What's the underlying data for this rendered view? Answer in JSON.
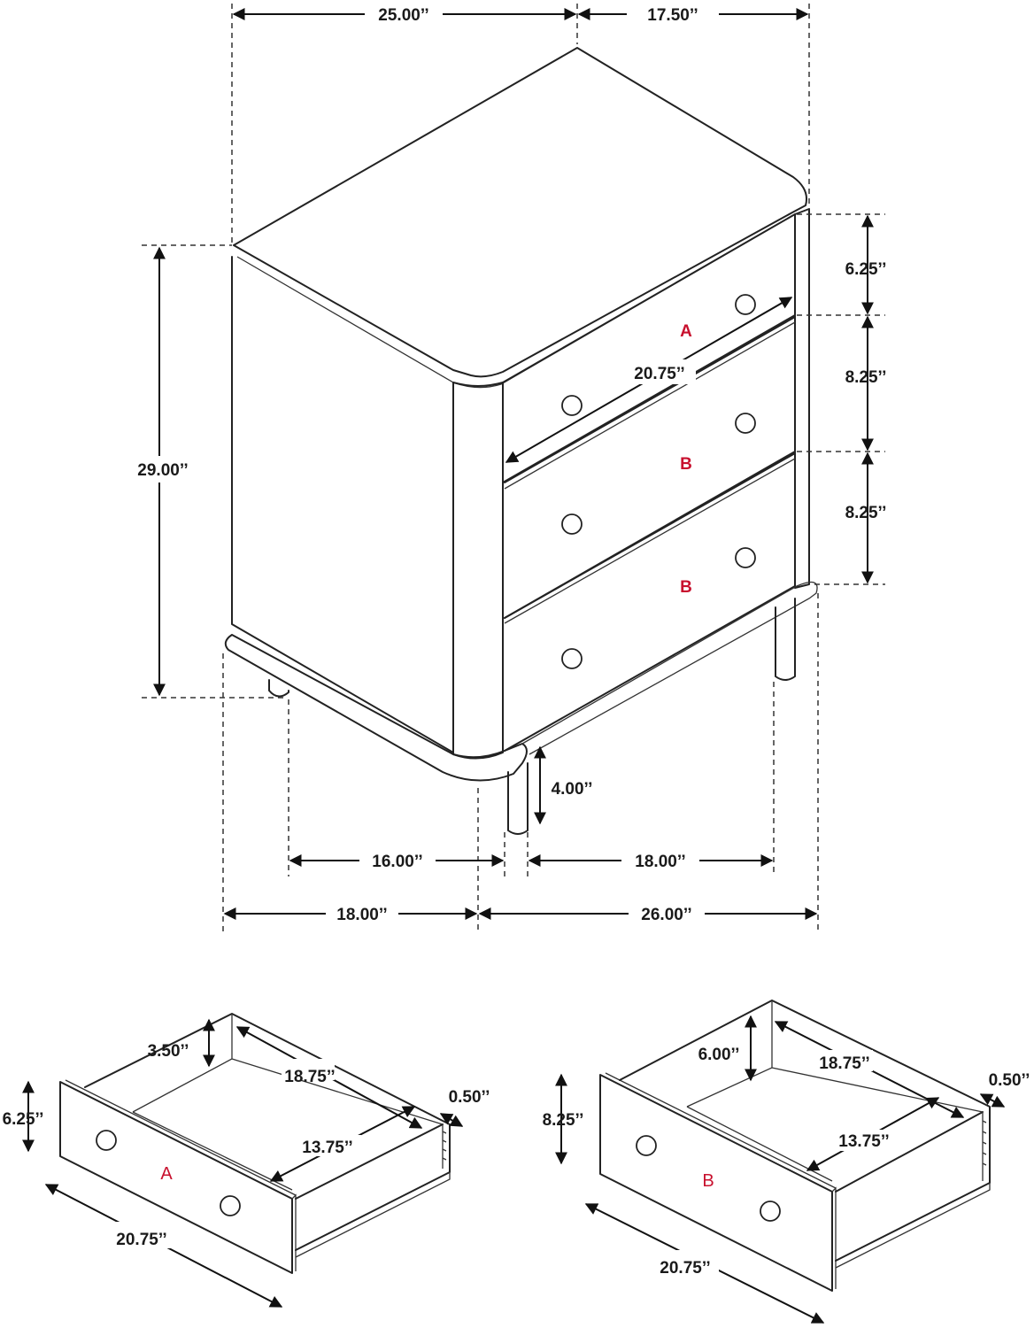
{
  "main_view": {
    "top_width": "25.00’’",
    "top_depth": "17.50’’",
    "total_height": "29.00’’",
    "drawer_top_height": "6.25’’",
    "drawer_mid_height": "8.25’’",
    "drawer_bottom_height": "8.25’’",
    "drawer_width": "20.75’’",
    "leg_height": "4.00’’",
    "leg_span_side": "16.00’’",
    "leg_span_front": "18.00’’",
    "base_side": "18.00’’",
    "base_front": "26.00’’",
    "drawer_labels": [
      "A",
      "B",
      "B"
    ]
  },
  "drawer_a": {
    "label": "A",
    "front_height": "6.25’’",
    "inner_height": "3.50’’",
    "inner_depth": "18.75’’",
    "inner_width": "13.75’’",
    "wall_thickness": "0.50’’",
    "front_width": "20.75’’"
  },
  "drawer_b": {
    "label": "B",
    "front_height": "8.25’’",
    "inner_height": "6.00’’",
    "inner_depth": "18.75’’",
    "inner_width": "13.75’’",
    "wall_thickness": "0.50’’",
    "front_width": "20.75’’"
  }
}
